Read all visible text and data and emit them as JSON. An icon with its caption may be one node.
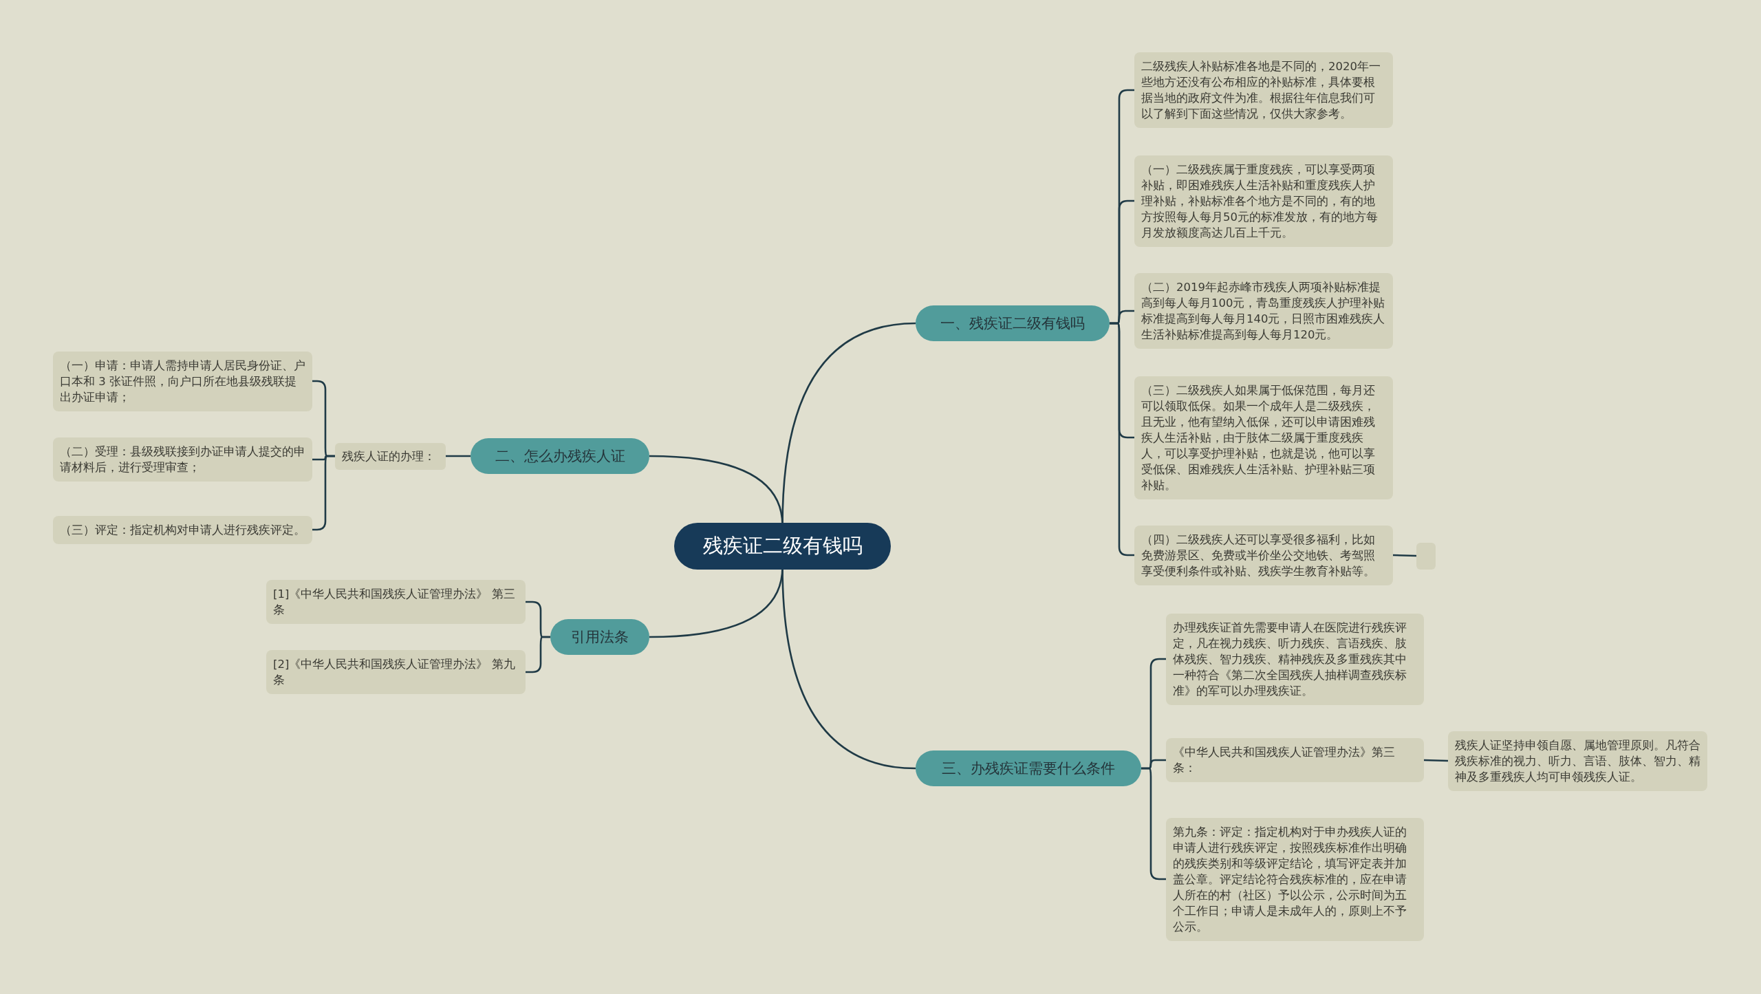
{
  "diagram": {
    "nodes": [
      {
        "text": [
          "残疾证二级有钱吗"
        ]
      },
      {
        "text": [
          "一、残疾证二级有钱吗"
        ]
      },
      {
        "text": [
          "二级残疾人补贴标准各地是不同的，2020年一些地方还没有公布相应的补贴标准，具体要根据当地的政府文件为准。根据往年信息我们可以了解到下面这些情况，仅供大家参考。"
        ]
      },
      {
        "text": [
          "（一）二级残疾属于重度残疾，可以享受两项补贴，即困难残疾人生活补贴和重度残疾人护理补贴，补贴标准各个地方是不同的，有的地方按照每人每月50元的标准发放，有的地方每月发放额度高达几百上千元。"
        ]
      },
      {
        "text": [
          "（二）2019年起赤峰市残疾人两项补贴标准提高到每人每月100元，青岛重度残疾人护理补贴标准提高到每人每月140元，日照市困难残疾人生活补贴标准提高到每人每月120元。"
        ]
      },
      {
        "text": [
          "（三）二级残疾人如果属于低保范围，每月还可以领取低保。如果一个成年人是二级残疾，且无业，他有望纳入低保，还可以申请困难残疾人生活补贴，由于肢体二级属于重度残疾人，可以享受护理补贴，也就是说，他可以享受低保、困难残疾人生活补贴、护理补贴三项补贴。"
        ]
      },
      {
        "text": [
          "（四）二级残疾人还可以享受很多福利，比如免费游景区、免费或半价坐公交地铁、考驾照享受便利条件或补贴、残疾学生教育补贴等。"
        ]
      },
      {
        "text": [],
        "shape": "box"
      },
      {
        "text": [
          "二、怎么办残疾人证"
        ]
      },
      {
        "text": [
          "残疾人证的办理："
        ]
      },
      {
        "text": [
          "（一）申请：申请人需持申请人居民身份证、户口本和 3 张证件照，向户口所在地县级残联提出办证申请；"
        ]
      },
      {
        "text": [
          "（二）受理：县级残联接到办证申请人提交的申请材料后，进行受理审查；"
        ]
      },
      {
        "text": [
          "（三）评定：指定机构对申请人进行残疾评定。"
        ]
      },
      {
        "text": [
          "引用法条"
        ]
      },
      {
        "text": [
          "[1]《中华人民共和国残疾人证管理办法》 第三条"
        ]
      },
      {
        "text": [
          "[2]《中华人民共和国残疾人证管理办法》 第九条"
        ]
      },
      {
        "text": [
          "三、办残疾证需要什么条件"
        ]
      },
      {
        "text": [
          "办理残疾证首先需要申请人在医院进行残疾评定，凡在视力残疾、听力残疾、言语残疾、肢体残疾、智力残疾、精神残疾及多重残疾其中一种符合《第二次全国残疾人抽样调查残疾标准》的军可以办理残疾证。"
        ]
      },
      {
        "text": [
          "《中华人民共和国残疾人证管理办法》第三条："
        ]
      },
      {
        "text": [
          "第九条：评定：指定机构对于申办残疾人证的申请人进行残疾评定，按照残疾标准作出明确的残疾类别和等级评定结论，填写评定表并加盖公章。评定结论符合残疾标准的，应在申请人所在的村（社区）予以公示，公示时间为五个工作日；申请人是未成年人的，原则上不予公示。"
        ]
      },
      {
        "text": [
          "残疾人证坚持申领自愿、属地管理原则。凡符合残疾标准的视力、听力、言语、肢体、智力、精神及多重残疾人均可申领残疾人证。"
        ]
      }
    ],
    "edges": [
      {
        "from": 0,
        "to": 1,
        "arrow": "none"
      },
      {
        "from": 1,
        "to": 2,
        "arrow": "none"
      },
      {
        "from": 1,
        "to": 3,
        "arrow": "none"
      },
      {
        "from": 1,
        "to": 4,
        "arrow": "none"
      },
      {
        "from": 1,
        "to": 5,
        "arrow": "none"
      },
      {
        "from": 1,
        "to": 6,
        "arrow": "none"
      },
      {
        "from": 6,
        "to": 7,
        "arrow": "none"
      },
      {
        "from": 0,
        "to": 8,
        "arrow": "none"
      },
      {
        "from": 8,
        "to": 9,
        "arrow": "none"
      },
      {
        "from": 9,
        "to": 10,
        "arrow": "none"
      },
      {
        "from": 9,
        "to": 11,
        "arrow": "none"
      },
      {
        "from": 9,
        "to": 12,
        "arrow": "none"
      },
      {
        "from": 0,
        "to": 13,
        "arrow": "none"
      },
      {
        "from": 13,
        "to": 14,
        "arrow": "none"
      },
      {
        "from": 13,
        "to": 15,
        "arrow": "none"
      },
      {
        "from": 0,
        "to": 16,
        "arrow": "none"
      },
      {
        "from": 16,
        "to": 17,
        "arrow": "none"
      },
      {
        "from": 16,
        "to": 18,
        "arrow": "none"
      },
      {
        "from": 16,
        "to": 19,
        "arrow": "none"
      },
      {
        "from": 18,
        "to": 20,
        "arrow": "none"
      }
    ]
  }
}
